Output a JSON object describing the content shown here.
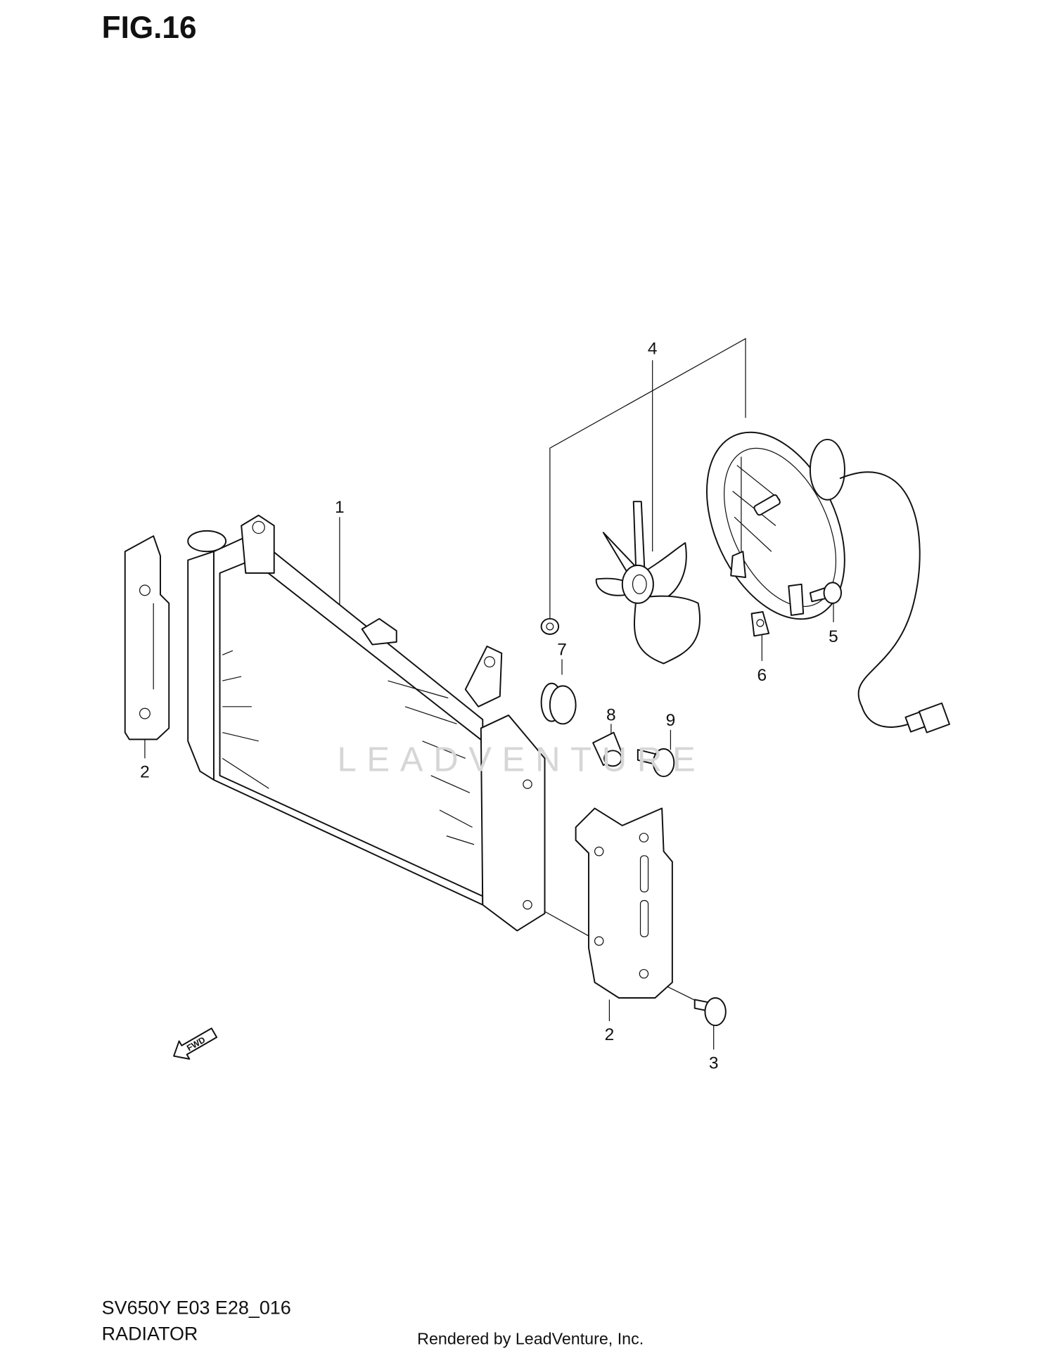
{
  "figure": {
    "title": "FIG.16"
  },
  "callouts": [
    "1",
    "2",
    "2",
    "3",
    "4",
    "5",
    "6",
    "7",
    "8",
    "9"
  ],
  "footer": {
    "model_code": "SV650Y E03 E28_016",
    "section_name": "RADIATOR",
    "rendered_by": "Rendered by LeadVenture, Inc."
  },
  "watermark": "LEADVENTURE",
  "fwd_label": "FWD",
  "icons": {
    "direction": "fwd-arrow-icon"
  }
}
